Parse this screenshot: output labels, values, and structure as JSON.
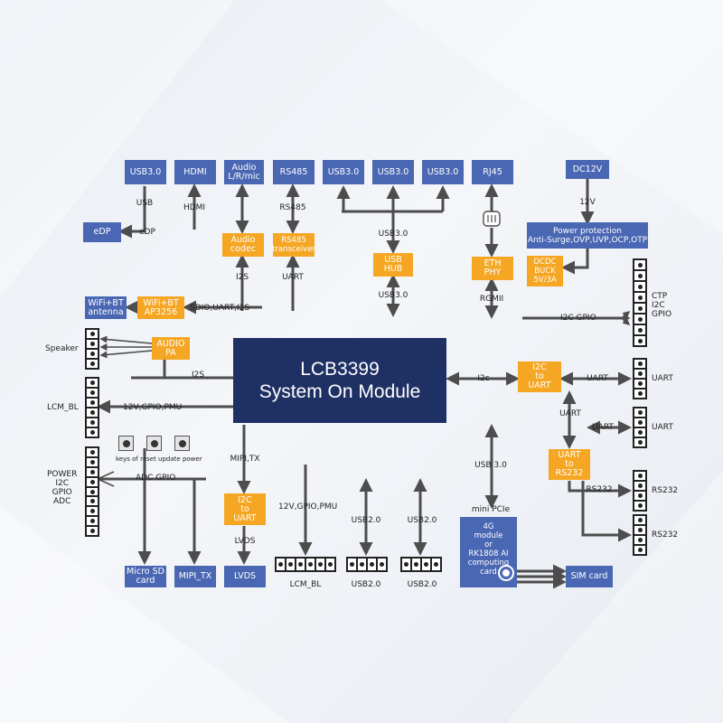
{
  "top": {
    "usb30a": "USB3.0",
    "hdmi": "HDMI",
    "audio": "Audio\nL/R/mic",
    "rs485": "RS485",
    "usb30b": "USB3.0",
    "usb30c": "USB3.0",
    "usb30d": "USB3.0",
    "rj45": "RJ45",
    "dc12v": "DC12V"
  },
  "blocks": {
    "edp": "eDP",
    "audio_codec": "Audio\ncodec",
    "rs485_trans": "RS485\ntransceiver",
    "usb_hub": "USB\nHUB",
    "eth_phy": "ETH\nPHY",
    "power_protection": "Power protection\nAnti-Surge,OVP,UVP,OCP,OTP",
    "dcdc": "DCDC\nBUCK\n5V/3A",
    "wifi_antenna": "WiFi+BT\nantenna",
    "wifi_chip": "WiFi+BT\nAP3256",
    "audio_pa": "AUDIO\nPA",
    "som": "LCB3399\nSystem On Module",
    "i2c_uart_right": "I2C\nto\nUART",
    "uart_rs232": "UART\nto\nRS232",
    "i2c_uart_bottom": "I2C\nto\nUART",
    "module_4g": "4G\nmodule\nor\nRK1808 AI\ncomputing\ncard",
    "micro_sd": "Micro SD\ncard",
    "mipi_tx": "MIPI_TX",
    "lvds": "LVDS",
    "sim": "SIM card"
  },
  "labels": {
    "usb": "USB",
    "hdmi": "HDMI",
    "rs485": "RS485",
    "edp_wire": "eDP",
    "usb30_mid": "USB3.0",
    "usb30_low": "USB3.0",
    "i2s_top": "I2S",
    "uart_top": "UART",
    "rgmii": "RGMII",
    "v12": "12V",
    "sdio": "SDIO,UART,I2S",
    "ctp": "CTP\nI2C\nGPIO",
    "i2c_gpio": "I2C GPIO",
    "speaker": "Speaker",
    "i2s_pa": "I2S",
    "lcm_bl_left": "LCM_BL",
    "pwr_gpio": "12V,GPIO,PMU",
    "keys": "keys of reset update power",
    "power": "POWER\nI2C\nGPIO\nADC",
    "adc_gpio": "ADC GPIO",
    "mipi_tx_wire": "MIPI,TX",
    "i2c_mid": "I2c",
    "uart_r1": "UART",
    "uart_r1_out": "UART",
    "uart_mid": "UART",
    "uart_r2": "UART",
    "uart_r2_out": "UART",
    "usb30_card": "USB 3.0",
    "mini_pcie": "mini PCIe",
    "rs232_wire": "RS232",
    "rs232_a": "RS232",
    "rs232_b": "RS232",
    "lvds_wire": "LVDS",
    "pwr_gpio_bottom": "12V,GPIO,PMU",
    "usb20_a_top": "USB2.0",
    "usb20_b_top": "USB2.0",
    "lcm_bl_bottom": "LCM_BL",
    "usb20_a_bottom": "USB2.0",
    "usb20_b_bottom": "USB2.0"
  },
  "colors": {
    "blue": "#4a67b3",
    "orange": "#f5a623",
    "navy": "#1f3064",
    "wire": "#4d4d4d"
  }
}
